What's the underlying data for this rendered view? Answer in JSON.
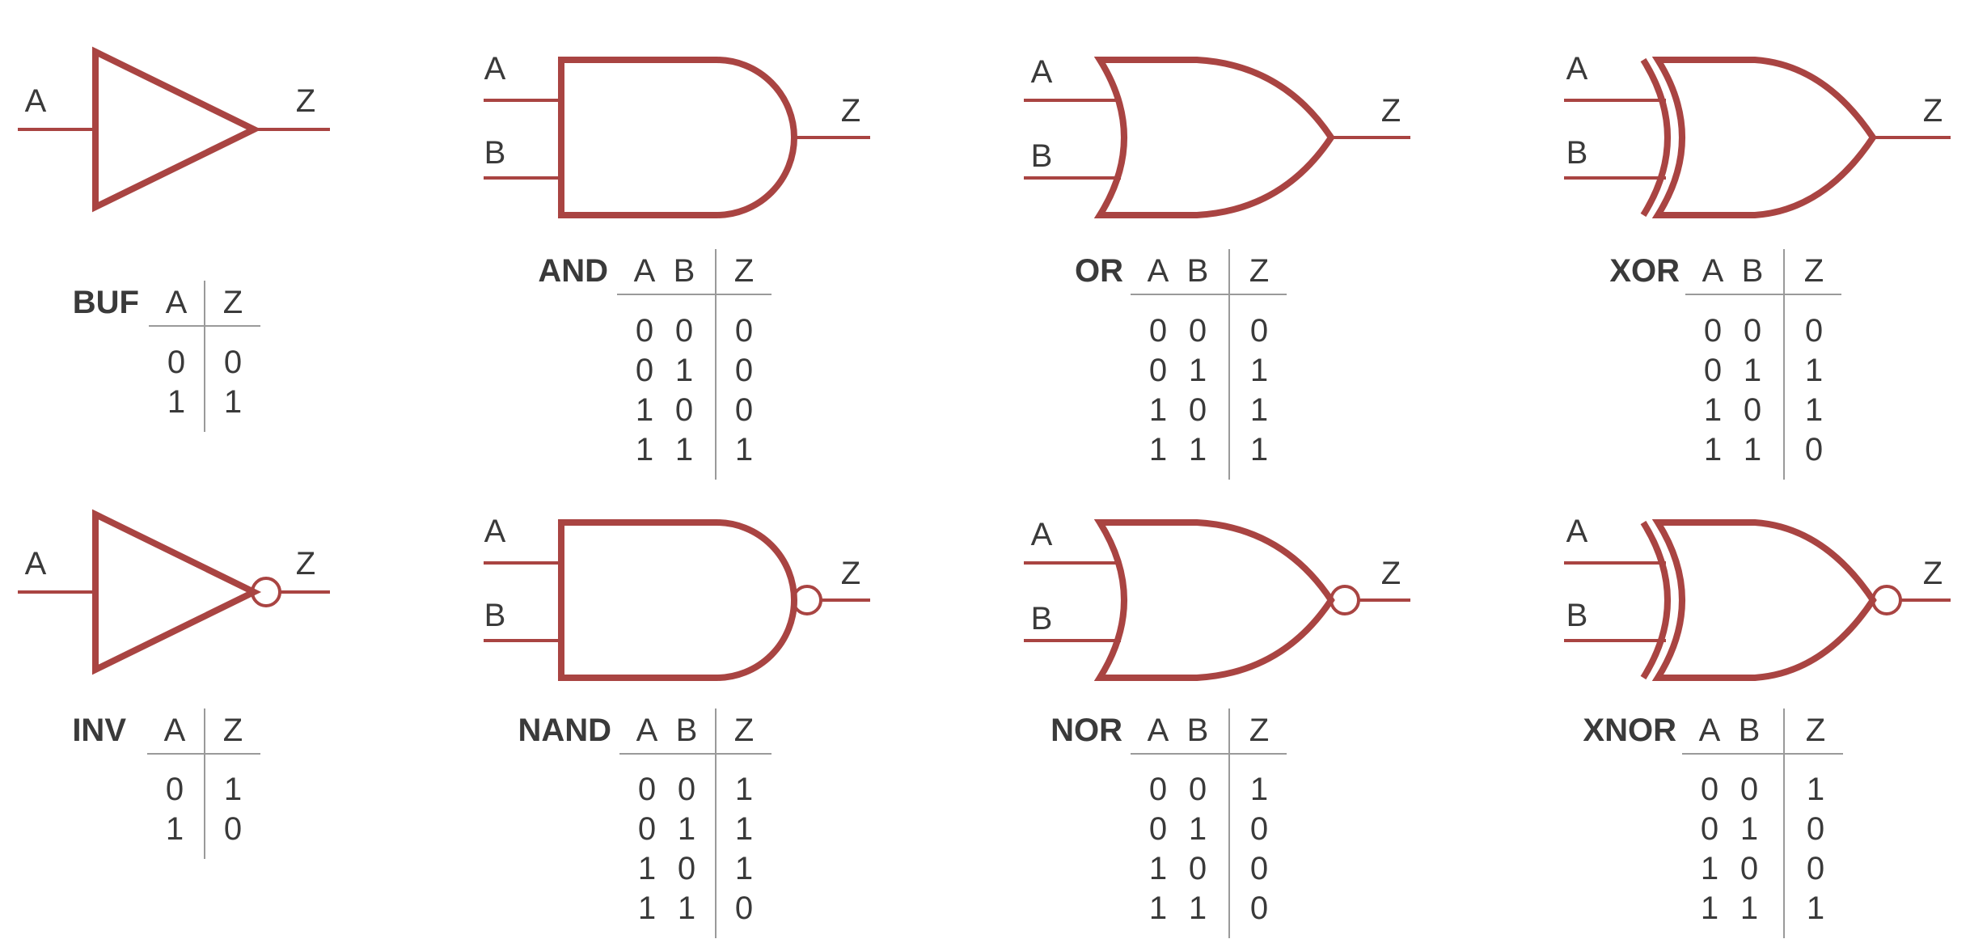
{
  "colors": {
    "gate_stroke": "#a94442",
    "text": "#3a3a3a",
    "rule": "#9a9a9a",
    "background": "#ffffff"
  },
  "gates": [
    {
      "id": "buf",
      "name": "BUF",
      "shape": "buffer",
      "bubble": false,
      "inputs": [
        "A"
      ],
      "output": "Z",
      "table": {
        "headers": [
          "A",
          "Z"
        ],
        "rows": [
          [
            "0",
            "0"
          ],
          [
            "1",
            "1"
          ]
        ]
      }
    },
    {
      "id": "and",
      "name": "AND",
      "shape": "and",
      "bubble": false,
      "inputs": [
        "A",
        "B"
      ],
      "output": "Z",
      "table": {
        "headers": [
          "A",
          "B",
          "Z"
        ],
        "rows": [
          [
            "0",
            "0",
            "0"
          ],
          [
            "0",
            "1",
            "0"
          ],
          [
            "1",
            "0",
            "0"
          ],
          [
            "1",
            "1",
            "1"
          ]
        ]
      }
    },
    {
      "id": "or",
      "name": "OR",
      "shape": "or",
      "bubble": false,
      "inputs": [
        "A",
        "B"
      ],
      "output": "Z",
      "table": {
        "headers": [
          "A",
          "B",
          "Z"
        ],
        "rows": [
          [
            "0",
            "0",
            "0"
          ],
          [
            "0",
            "1",
            "1"
          ],
          [
            "1",
            "0",
            "1"
          ],
          [
            "1",
            "1",
            "1"
          ]
        ]
      }
    },
    {
      "id": "xor",
      "name": "XOR",
      "shape": "xor",
      "bubble": false,
      "inputs": [
        "A",
        "B"
      ],
      "output": "Z",
      "table": {
        "headers": [
          "A",
          "B",
          "Z"
        ],
        "rows": [
          [
            "0",
            "0",
            "0"
          ],
          [
            "0",
            "1",
            "1"
          ],
          [
            "1",
            "0",
            "1"
          ],
          [
            "1",
            "1",
            "0"
          ]
        ]
      }
    },
    {
      "id": "inv",
      "name": "INV",
      "shape": "buffer",
      "bubble": true,
      "inputs": [
        "A"
      ],
      "output": "Z",
      "table": {
        "headers": [
          "A",
          "Z"
        ],
        "rows": [
          [
            "0",
            "1"
          ],
          [
            "1",
            "0"
          ]
        ]
      }
    },
    {
      "id": "nand",
      "name": "NAND",
      "shape": "and",
      "bubble": true,
      "inputs": [
        "A",
        "B"
      ],
      "output": "Z",
      "table": {
        "headers": [
          "A",
          "B",
          "Z"
        ],
        "rows": [
          [
            "0",
            "0",
            "1"
          ],
          [
            "0",
            "1",
            "1"
          ],
          [
            "1",
            "0",
            "1"
          ],
          [
            "1",
            "1",
            "0"
          ]
        ]
      }
    },
    {
      "id": "nor",
      "name": "NOR",
      "shape": "or",
      "bubble": true,
      "inputs": [
        "A",
        "B"
      ],
      "output": "Z",
      "table": {
        "headers": [
          "A",
          "B",
          "Z"
        ],
        "rows": [
          [
            "0",
            "0",
            "1"
          ],
          [
            "0",
            "1",
            "0"
          ],
          [
            "1",
            "0",
            "0"
          ],
          [
            "1",
            "1",
            "0"
          ]
        ]
      }
    },
    {
      "id": "xnor",
      "name": "XNOR",
      "shape": "xor",
      "bubble": true,
      "inputs": [
        "A",
        "B"
      ],
      "output": "Z",
      "table": {
        "headers": [
          "A",
          "B",
          "Z"
        ],
        "rows": [
          [
            "0",
            "0",
            "1"
          ],
          [
            "0",
            "1",
            "0"
          ],
          [
            "1",
            "0",
            "0"
          ],
          [
            "1",
            "1",
            "1"
          ]
        ]
      }
    }
  ]
}
